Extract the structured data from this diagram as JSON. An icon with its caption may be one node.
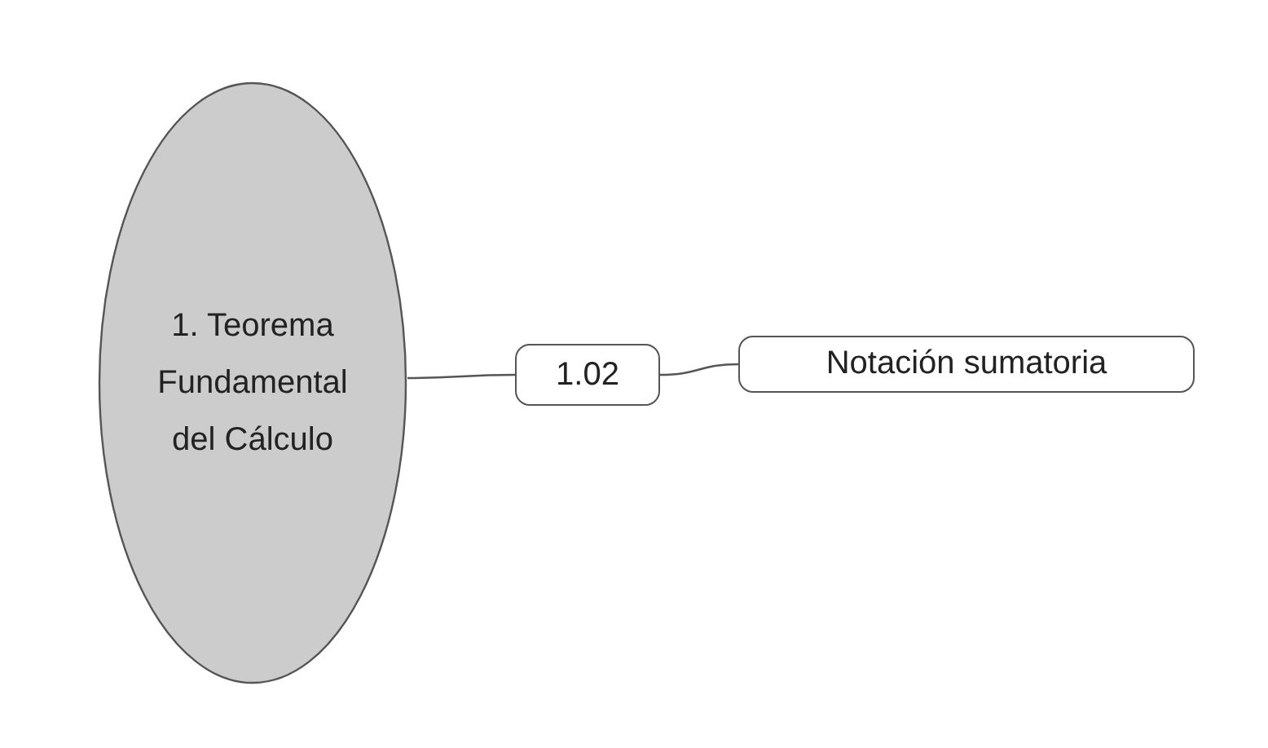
{
  "diagram": {
    "nodes": [
      {
        "text": [
          "1. Teorema Fundamental del Cálculo"
        ]
      },
      {
        "text": [
          "1.02"
        ]
      },
      {
        "text": [
          "Notación sumatoria"
        ]
      }
    ],
    "edges": [
      {
        "from": 0,
        "to": 1,
        "arrow": "none"
      },
      {
        "from": 1,
        "to": 2,
        "arrow": "none"
      }
    ]
  }
}
